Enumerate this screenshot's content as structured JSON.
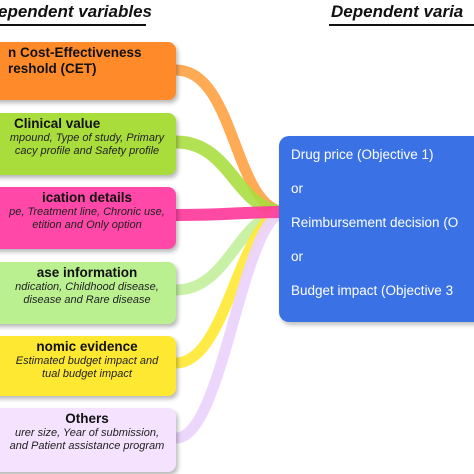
{
  "headings": {
    "independent": "ependent variables",
    "dependent": "Dependent varia"
  },
  "independent_variables": [
    {
      "title": "n Cost-Effectiveness",
      "title_2": "reshold (CET)",
      "description": "",
      "description_2": "",
      "color": "#ff8a2a"
    },
    {
      "title": "Clinical value",
      "title_2": "",
      "description": "mpound, Type of study, Primary",
      "description_2": "cacy profile and Safety profile",
      "color": "#a8dd3c"
    },
    {
      "title": "ication details",
      "title_2": "",
      "description": "pe, Treatment line, Chronic use,",
      "description_2": "etition and Only option",
      "color": "#ff48a8"
    },
    {
      "title": "ase information",
      "title_2": "",
      "description": "ndication, Childhood disease,",
      "description_2": "disease and Rare disease",
      "color": "#baf090"
    },
    {
      "title": "nomic evidence",
      "title_2": "",
      "description": "Estimated budget impact and",
      "description_2": "tual budget impact",
      "color": "#ffe832"
    },
    {
      "title": "Others",
      "title_2": "",
      "description": "urer size, Year of submission,",
      "description_2": "and Patient assistance program",
      "color": "#f4e2ff"
    }
  ],
  "dependent_box": {
    "color": "#3a72e6",
    "lines": [
      "Drug price (Objective 1)",
      "or",
      "Reimbursement decision (O",
      "or",
      "Budget impact (Objective 3"
    ]
  }
}
